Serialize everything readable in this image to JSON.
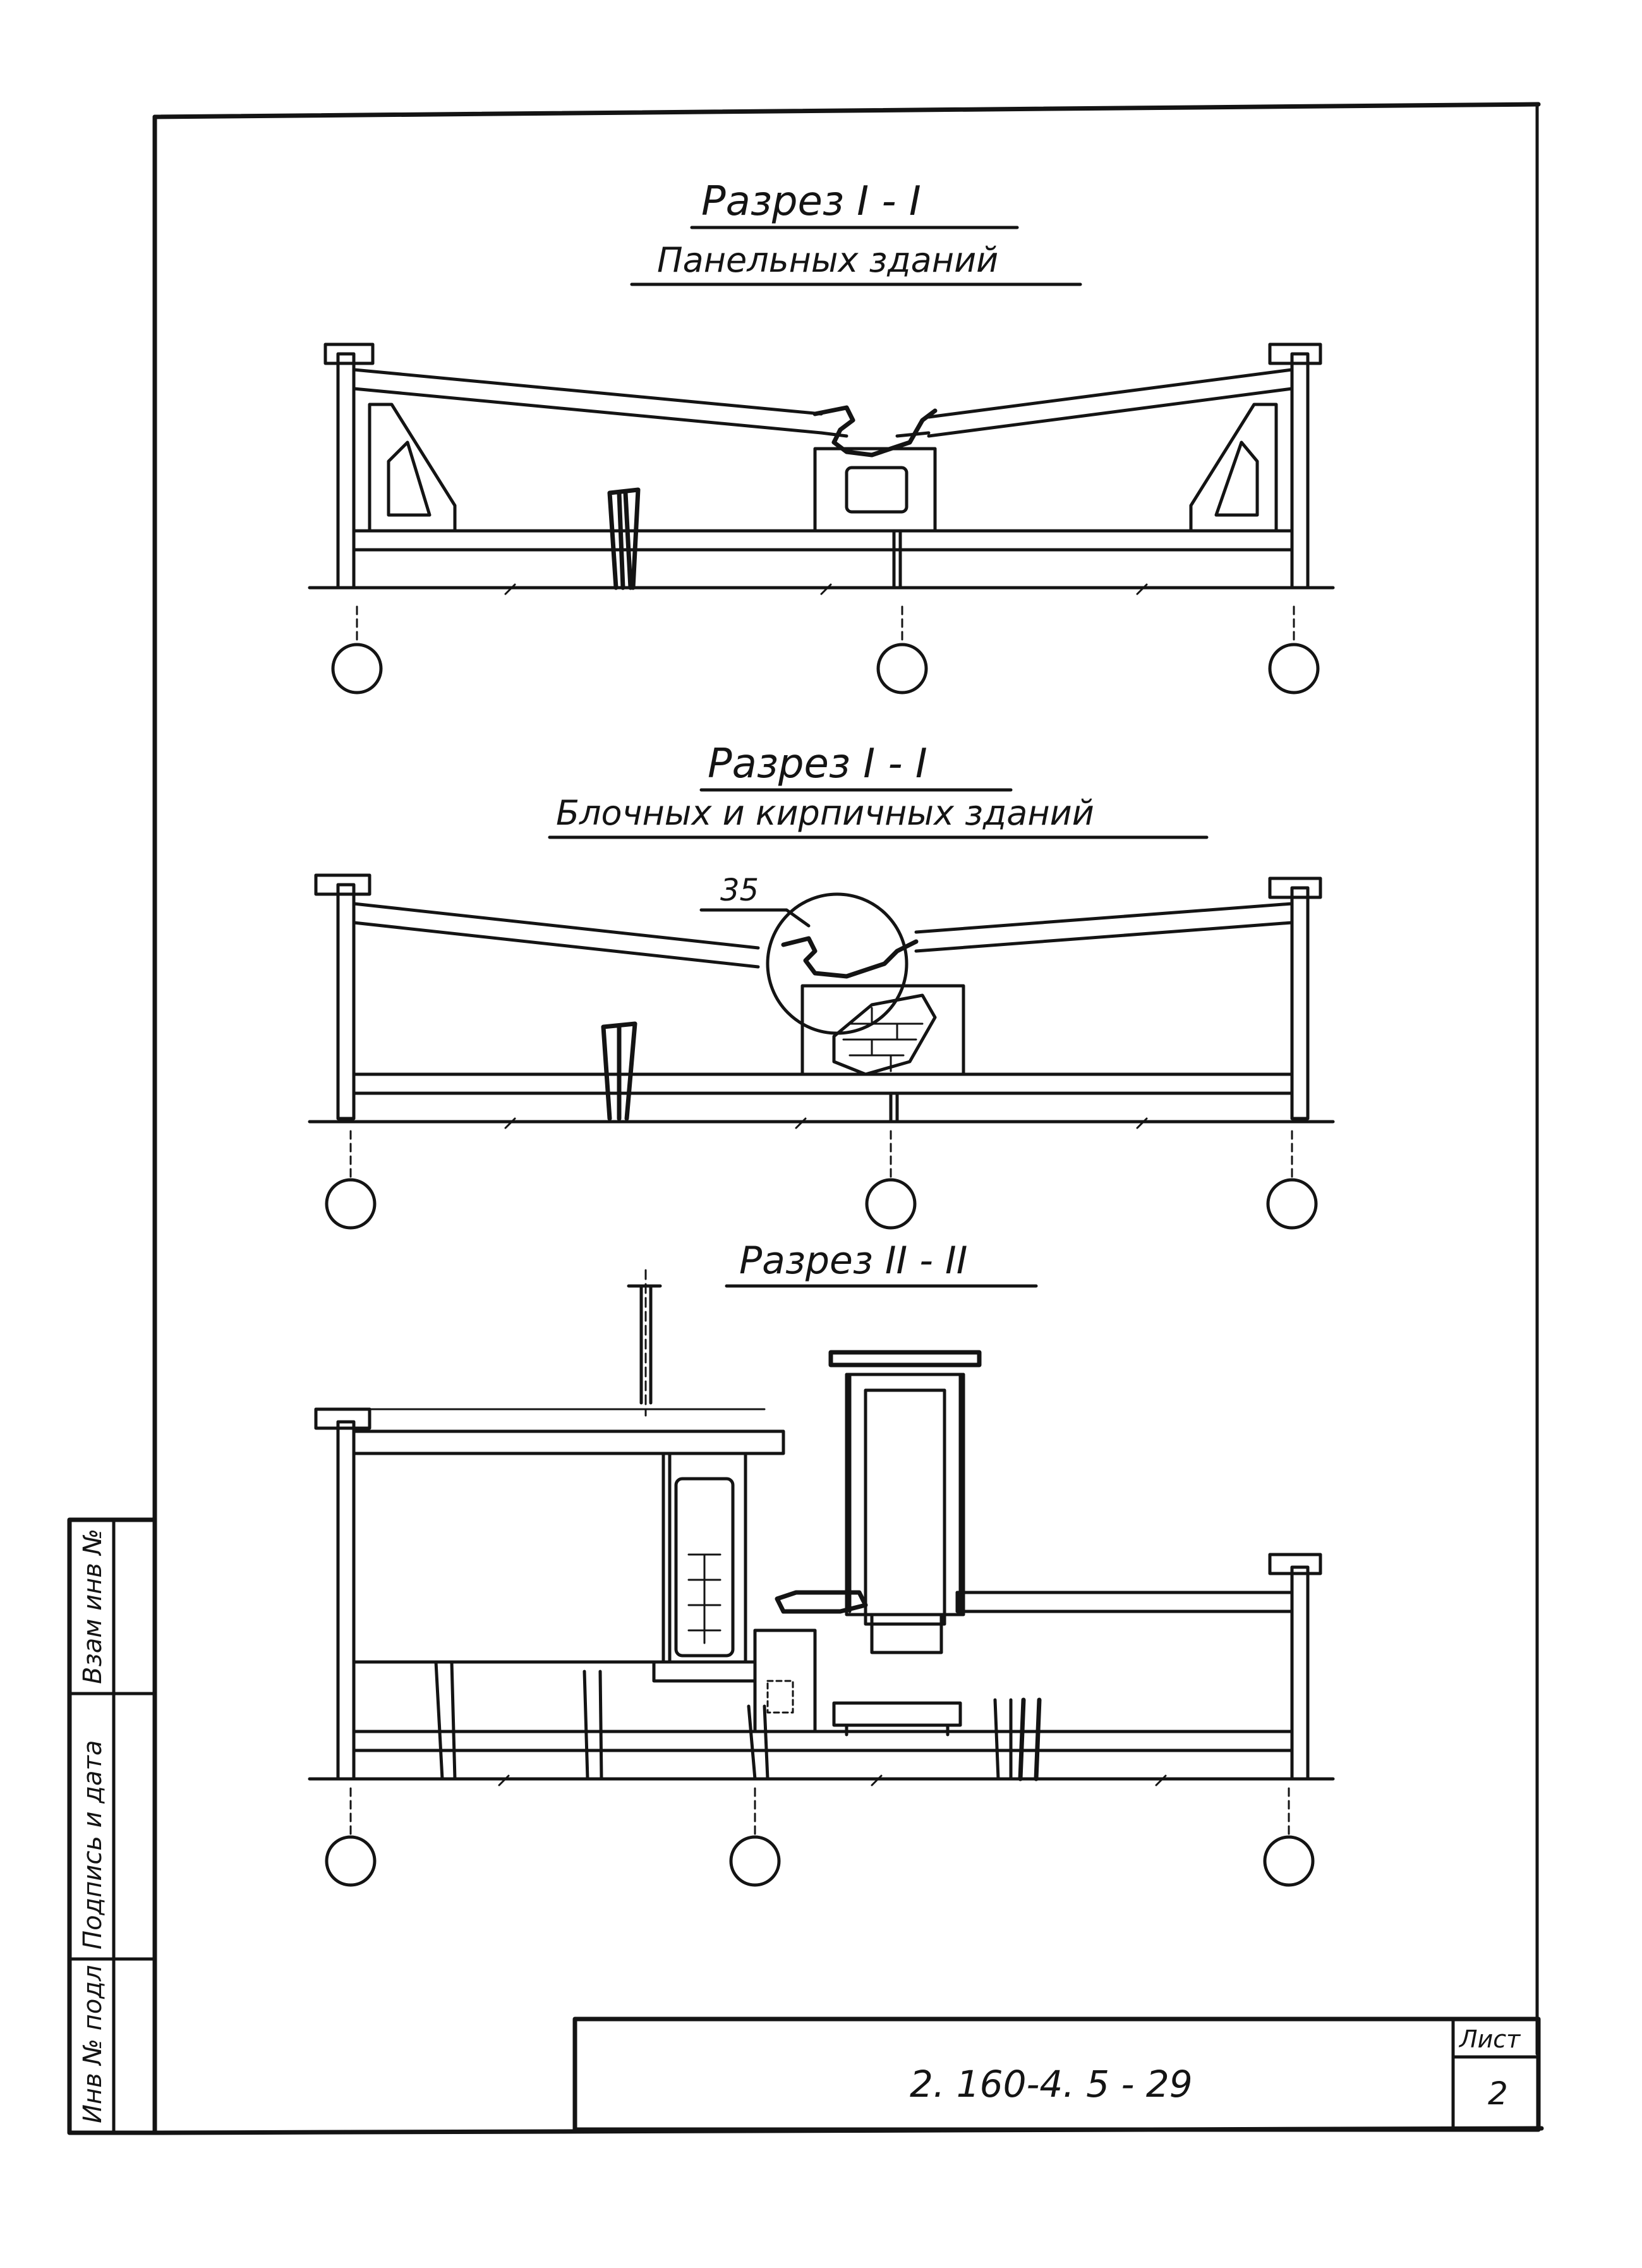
{
  "section1": {
    "title": "Разрез I - I",
    "subtitle": "Панельных зданий"
  },
  "section2": {
    "title": "Разрез I - I",
    "subtitle": "Блочных и кирпичных зданий",
    "callout": "35"
  },
  "section3": {
    "title": "Разрез II - II"
  },
  "side_stamp": {
    "col1": "Инв № подл",
    "col2": "Подпись и дата",
    "col3": "Взам инв №"
  },
  "title_block": {
    "code": "2. 160-4. 5  - 29",
    "sheet_label": "Лист",
    "sheet_number": "2"
  }
}
